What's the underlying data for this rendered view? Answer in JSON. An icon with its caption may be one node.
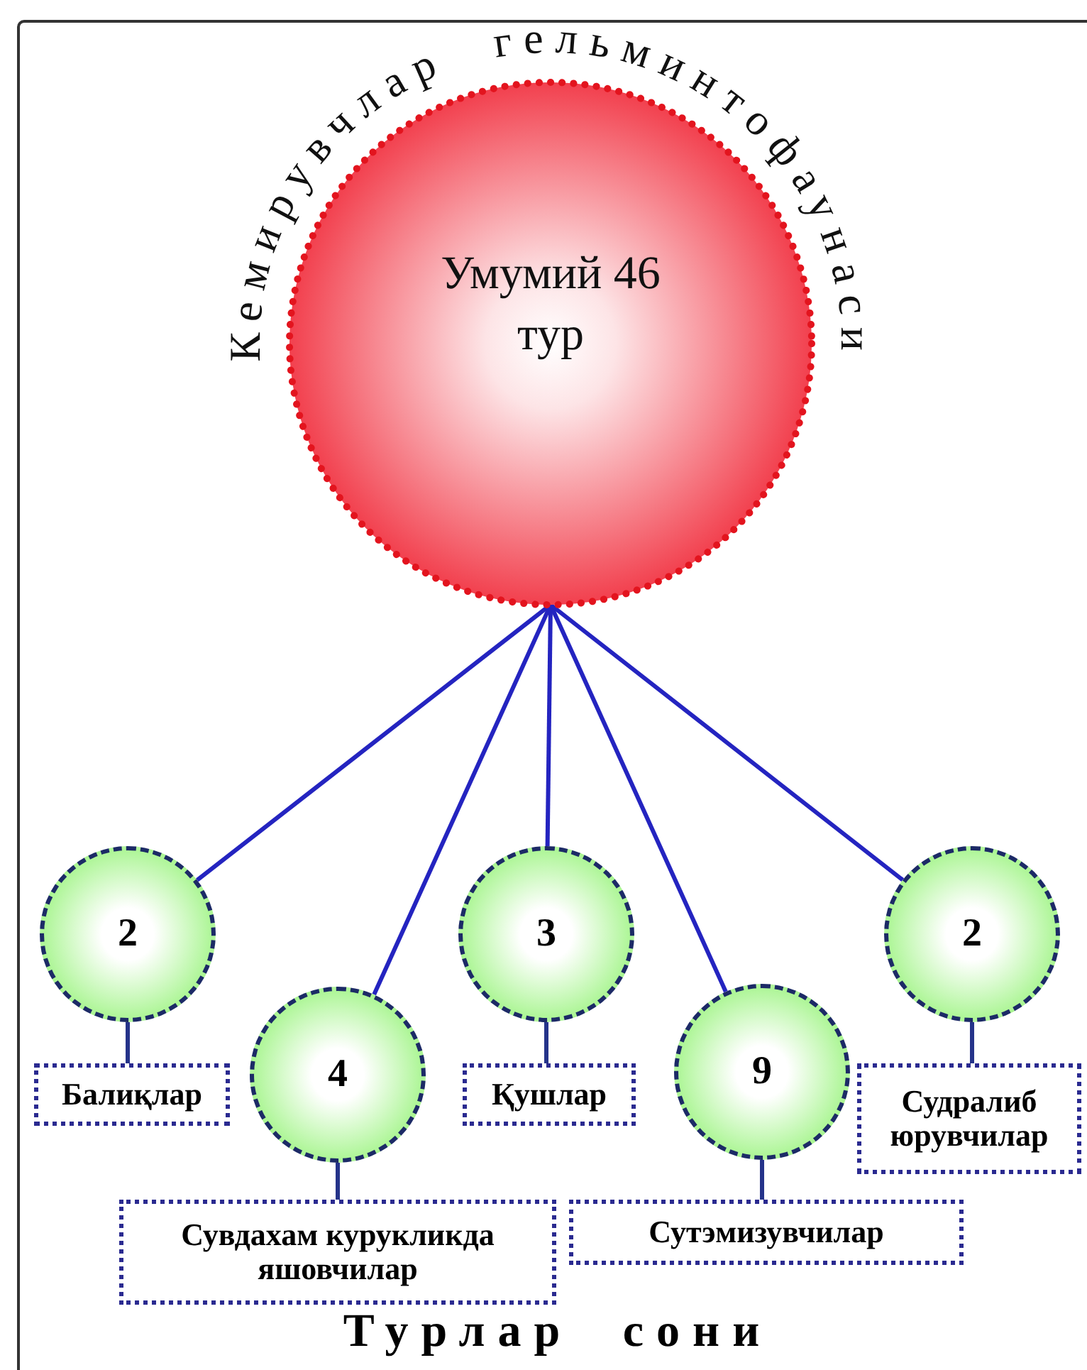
{
  "diagram": {
    "caption": "Турлар сони",
    "nodes": [
      {
        "text": [
          "Кемирувчлар гельминтофаунаси",
          "Умумий 46 тур"
        ]
      },
      {
        "text": [
          "2"
        ]
      },
      {
        "text": [
          "4"
        ]
      },
      {
        "text": [
          "3"
        ]
      },
      {
        "text": [
          "9"
        ]
      },
      {
        "text": [
          "2"
        ]
      },
      {
        "text": [
          "Балиқлар"
        ]
      },
      {
        "text": [
          "Сувдахам курукликда яшовчилар"
        ]
      },
      {
        "text": [
          "Қушлар"
        ]
      },
      {
        "text": [
          "Сутэмизувчилар"
        ]
      },
      {
        "text": [
          "Судралиб юрувчилар"
        ]
      }
    ],
    "edges": [
      {
        "from": 0,
        "to": 1,
        "arrow": "none"
      },
      {
        "from": 0,
        "to": 2,
        "arrow": "none"
      },
      {
        "from": 0,
        "to": 3,
        "arrow": "none"
      },
      {
        "from": 0,
        "to": 4,
        "arrow": "none"
      },
      {
        "from": 0,
        "to": 5,
        "arrow": "none"
      },
      {
        "from": 1,
        "to": 6,
        "arrow": "none"
      },
      {
        "from": 2,
        "to": 7,
        "arrow": "none"
      },
      {
        "from": 3,
        "to": 8,
        "arrow": "none"
      },
      {
        "from": 4,
        "to": 9,
        "arrow": "none"
      },
      {
        "from": 5,
        "to": 10,
        "arrow": "none"
      }
    ]
  }
}
